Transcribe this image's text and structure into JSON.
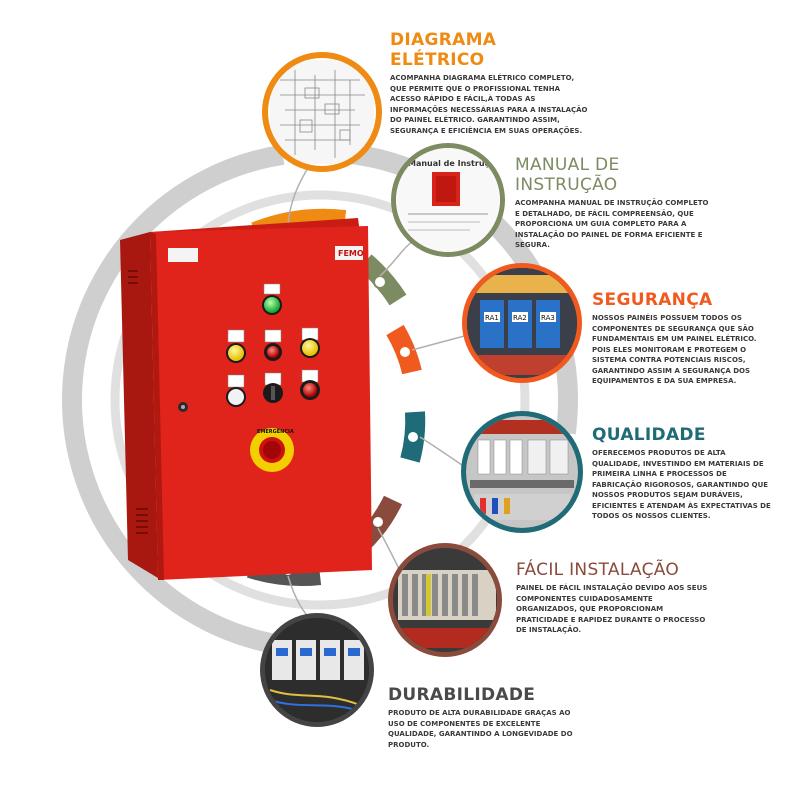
{
  "colors": {
    "orange": "#ef8a12",
    "olive": "#7d8b62",
    "orange_red": "#f05a1e",
    "teal": "#1f6b77",
    "brown": "#8a4a3c",
    "dark_gray": "#4a4a4a",
    "panel_red": "#e0241c",
    "ring_gray": "#c8c8c8"
  },
  "panel": {
    "brand": "FEMO",
    "warning_text": "EMERGÊNCIA"
  },
  "manual_thumb": {
    "title": "Manual de Instruções"
  },
  "relays": [
    "RA1",
    "RA2",
    "RA3"
  ],
  "features": [
    {
      "title": "DIAGRAMA ELÉTRICO",
      "text": "ACOMPANHA DIAGRAMA ELÉTRICO COMPLETO, QUE PERMITE QUE O PROFISSIONAL TENHA ACESSO RÁPIDO E FÁCIL,À TODAS AS INFORMAÇÕES NECESSÁRIAS PARA A INSTALAÇÃO DO PAINEL ELÉTRICO. GARANTINDO ASSIM, SEGURANÇA E EFICIÊNCIA EM SUAS OPERAÇÕES."
    },
    {
      "title": "MANUAL DE INSTRUÇÃO",
      "text": "ACOMPANHA MANUAL DE INSTRUÇÃO COMPLETO E DETALHADO, DE FÁCIL COMPREENSÃO, QUE PROPORCIONA UM GUIA COMPLETO PARA A INSTALAÇÃO DO PAINEL DE FORMA EFICIENTE E SEGURA."
    },
    {
      "title": "SEGURANÇA",
      "text": "NOSSOS PAINÉIS POSSUEM TODOS OS COMPONENTES DE SEGURANÇA QUE SÃO FUNDAMENTAIS EM UM PAINEL ELÉTRICO. POIS ELES MONITORAM E PROTEGEM O SISTEMA CONTRA POTENCIAIS RISCOS, GARANTINDO ASSIM A SEGURANÇA DOS EQUIPAMENTOS E DA SUA EMPRESA."
    },
    {
      "title": "QUALIDADE",
      "text": "OFERECEMOS PRODUTOS DE ALTA QUALIDADE, INVESTINDO EM MATERIAIS DE PRIMEIRA LINHA E PROCESSOS DE FABRICAÇÃO RIGOROSOS, GARANTINDO QUE NOSSOS PRODUTOS SEJAM DURÁVEIS, EFICIENTES E ATENDAM ÀS EXPECTATIVAS DE TODOS OS NOSSOS CLIENTES."
    },
    {
      "title": "FÁCIL INSTALAÇÃO",
      "text": "PAINEL DE FÁCIL INSTALAÇÃO DEVIDO AOS SEUS COMPONENTES CUIDADOSAMENTE ORGANIZADOS, QUE PROPORCIONAM PRATICIDADE E RAPIDEZ DURANTE O PROCESSO DE INSTALAÇÃO."
    },
    {
      "title": "DURABILIDADE",
      "text": "PRODUTO DE ALTA DURABILIDADE GRAÇAS AO USO DE COMPONENTES DE EXCELENTE QUALIDADE, GARANTINDO A LONGEVIDADE DO PRODUTO."
    }
  ]
}
